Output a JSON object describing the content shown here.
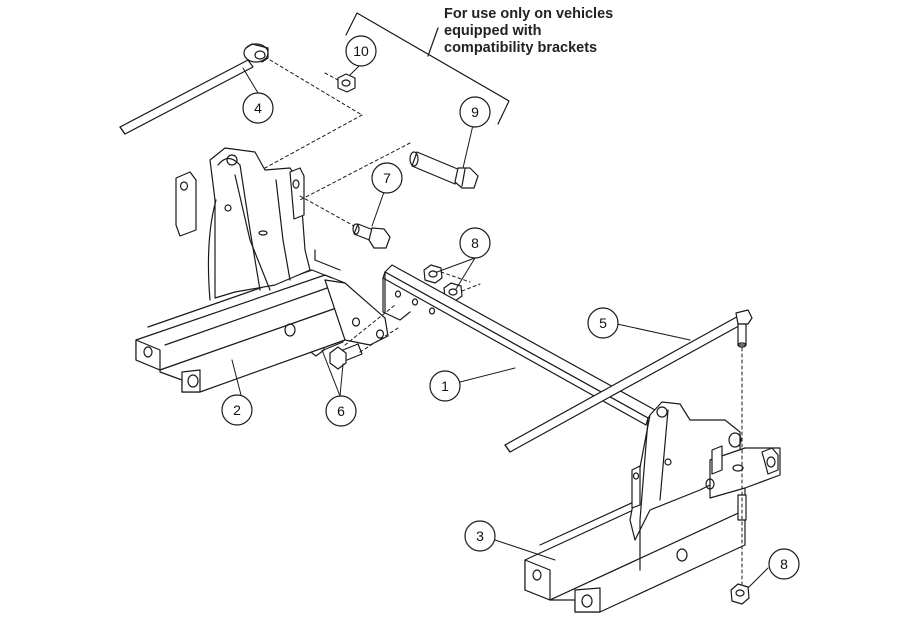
{
  "note": {
    "lines": [
      "For use only on vehicles",
      "equipped with",
      "compatibility brackets"
    ]
  },
  "callouts": [
    {
      "id": "c1",
      "label": "1"
    },
    {
      "id": "c2",
      "label": "2"
    },
    {
      "id": "c3",
      "label": "3"
    },
    {
      "id": "c4",
      "label": "4"
    },
    {
      "id": "c5",
      "label": "5"
    },
    {
      "id": "c6",
      "label": "6"
    },
    {
      "id": "c7",
      "label": "7"
    },
    {
      "id": "c8a",
      "label": "8"
    },
    {
      "id": "c8b",
      "label": "8"
    },
    {
      "id": "c9",
      "label": "9"
    },
    {
      "id": "c10",
      "label": "10"
    }
  ],
  "colors": {
    "line": "#1a1a1a",
    "background": "#ffffff"
  }
}
